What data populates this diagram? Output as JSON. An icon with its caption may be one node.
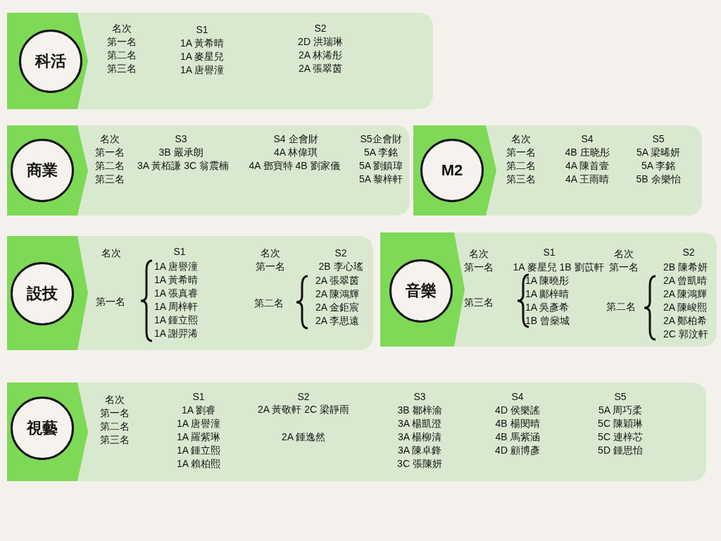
{
  "diagram": {
    "nodes": [
      {
        "text": [
          "科活"
        ]
      },
      {
        "text": [
          "商業"
        ]
      },
      {
        "text": [
          "M2"
        ]
      },
      {
        "text": [
          "設技"
        ]
      },
      {
        "text": [
          "音樂"
        ]
      },
      {
        "text": [
          "視藝"
        ]
      }
    ],
    "labels": [
      "名次",
      "第一名",
      "第二名",
      "第三名",
      "S1",
      "1A 黃希晴",
      "1A 麥星兒",
      "1A 唐譽潼",
      "S2",
      "2D 洪瑞琳",
      "2A 林浠彤",
      "2A 張翠茵",
      "名次",
      "第一名",
      "第二名",
      "第三名",
      "S3",
      "3B 嚴承朗",
      "3A 黃栢謙 3C 翁震楠",
      "S4 企會財",
      "4A 林偉琪",
      "4A 鄧寶特 4B 劉家儀",
      "S5企會財",
      "5A 李銘",
      "5A 劉鎮瑋",
      "5A 黎梓軒",
      "名次",
      "第一名",
      "第二名",
      "第三名",
      "S4",
      "4B 庄晓彤",
      "4A 陳首壹",
      "4A 王雨晴",
      "S5",
      "5A 梁晞妍",
      "5A 李銘",
      "5B 余樂怡",
      "名次",
      "S1",
      "第一名",
      "1A 唐譽潼",
      "1A 黃希晴",
      "1A 張真睿",
      "1A 周梓軒",
      "1A 鍾立熙",
      "1A 謝羿浠",
      "名次",
      "第一名",
      "第二名",
      "S2",
      "2B 李心瑤",
      "2A 張翠茵",
      "2A 陳鴻輝",
      "2A 金鉅宸",
      "2A 李思遠",
      "名次",
      "第一名",
      "S1",
      "1A 麥星兒 1B 劉苡軒",
      "第三名",
      "1A 陳曉彤",
      "1A 鄺梓晴",
      "1A 吳彥希",
      "1B 曾燊城",
      "名次",
      "第一名",
      "第二名",
      "S2",
      "2B 陳希妍",
      "2A 曾凱晴",
      "2A 陳鴻輝",
      "2A 陳峻熙",
      "2A 鄭柏希",
      "2C 郭汶軒",
      "名次",
      "第一名",
      "第二名",
      "第三名",
      "S1",
      "1A 劉睿",
      "1A 唐譽潼",
      "1A 羅紫琳",
      "1A 鍾立熙",
      "1A 賴柏熙",
      "S2",
      "2A 黃敬軒 2C 梁靜雨",
      "2A 鍾逸然",
      "S3",
      "3B 鄒梓渝",
      "3A 楊凱澄",
      "3A 楊柳清",
      "3A 陳卓鋒",
      "3C 張陳妍",
      "S4",
      "4D 侯樂謠",
      "4B 楊閔晴",
      "4B 馬紫涵",
      "4D 顧博彥",
      "S5",
      "5A 周巧柔",
      "5C 陳穎琳",
      "5C 連梓芯",
      "5D 鍾思怡"
    ]
  }
}
